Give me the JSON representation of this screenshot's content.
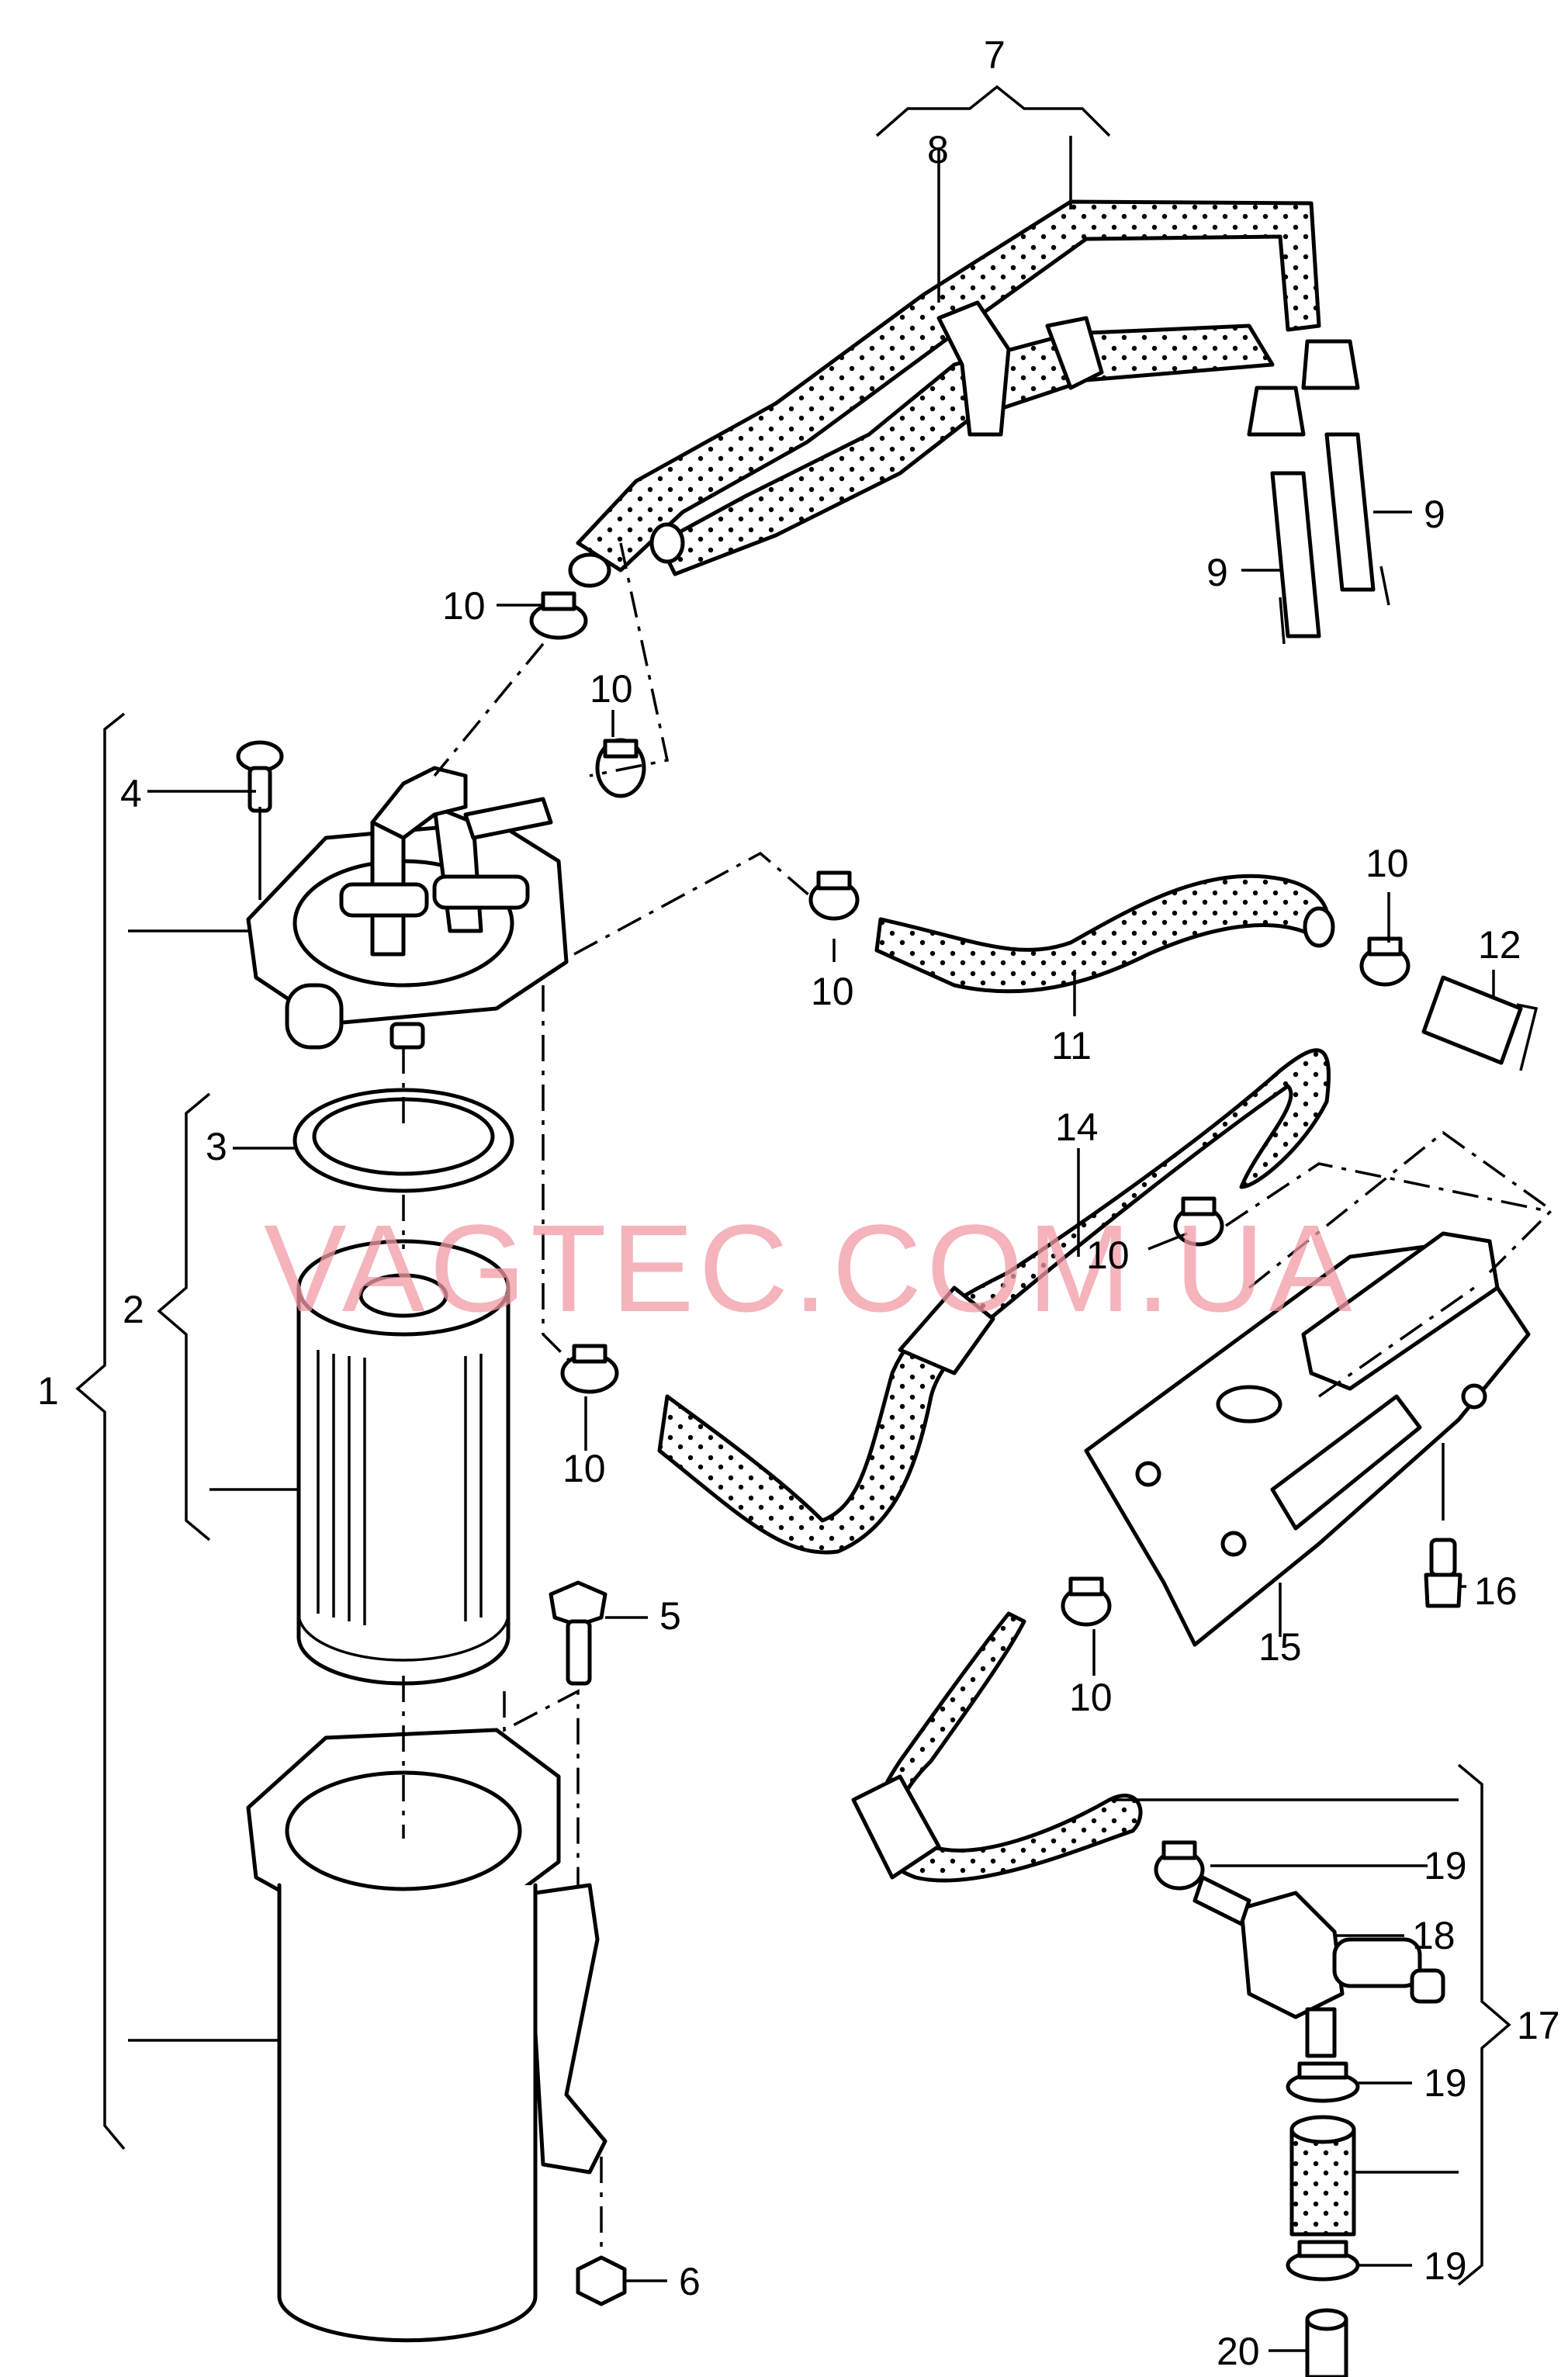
{
  "watermark": "VAGTEC.COM.UA",
  "callouts": {
    "c1": "1",
    "c2": "2",
    "c3": "3",
    "c4": "4",
    "c5": "5",
    "c6": "6",
    "c7": "7",
    "c8": "8",
    "c9a": "9",
    "c9b": "9",
    "c10a": "10",
    "c10b": "10",
    "c10c": "10",
    "c10d": "10",
    "c10e": "10",
    "c10f": "10",
    "c10g": "10",
    "c11": "11",
    "c12": "12",
    "c14": "14",
    "c15": "15",
    "c16": "16",
    "c17": "17",
    "c18": "18",
    "c19a": "19",
    "c19b": "19",
    "c19c": "19",
    "c20": "20"
  }
}
